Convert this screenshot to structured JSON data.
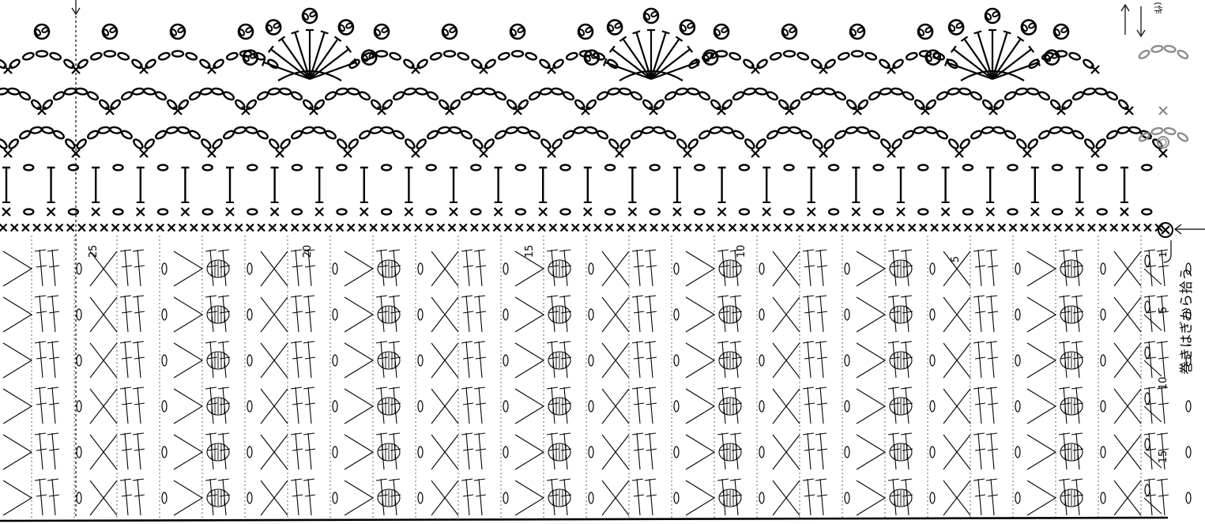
{
  "diagram": {
    "side_label": "巻きはぎから拾う",
    "corner_note": "(作",
    "column_numbers": [
      "25",
      "20",
      "15",
      "10",
      "5",
      "1"
    ],
    "row_numbers": [
      "5",
      "10",
      "15"
    ]
  },
  "colors": {
    "ink": "#000000",
    "guide": "#6a6a6a",
    "faded": "#8c8c8c"
  },
  "icons": [
    "chain-loop-icon",
    "single-crochet-x-icon",
    "double-crochet-t-icon",
    "picot-icon",
    "slip-stitch-circle-icon"
  ]
}
